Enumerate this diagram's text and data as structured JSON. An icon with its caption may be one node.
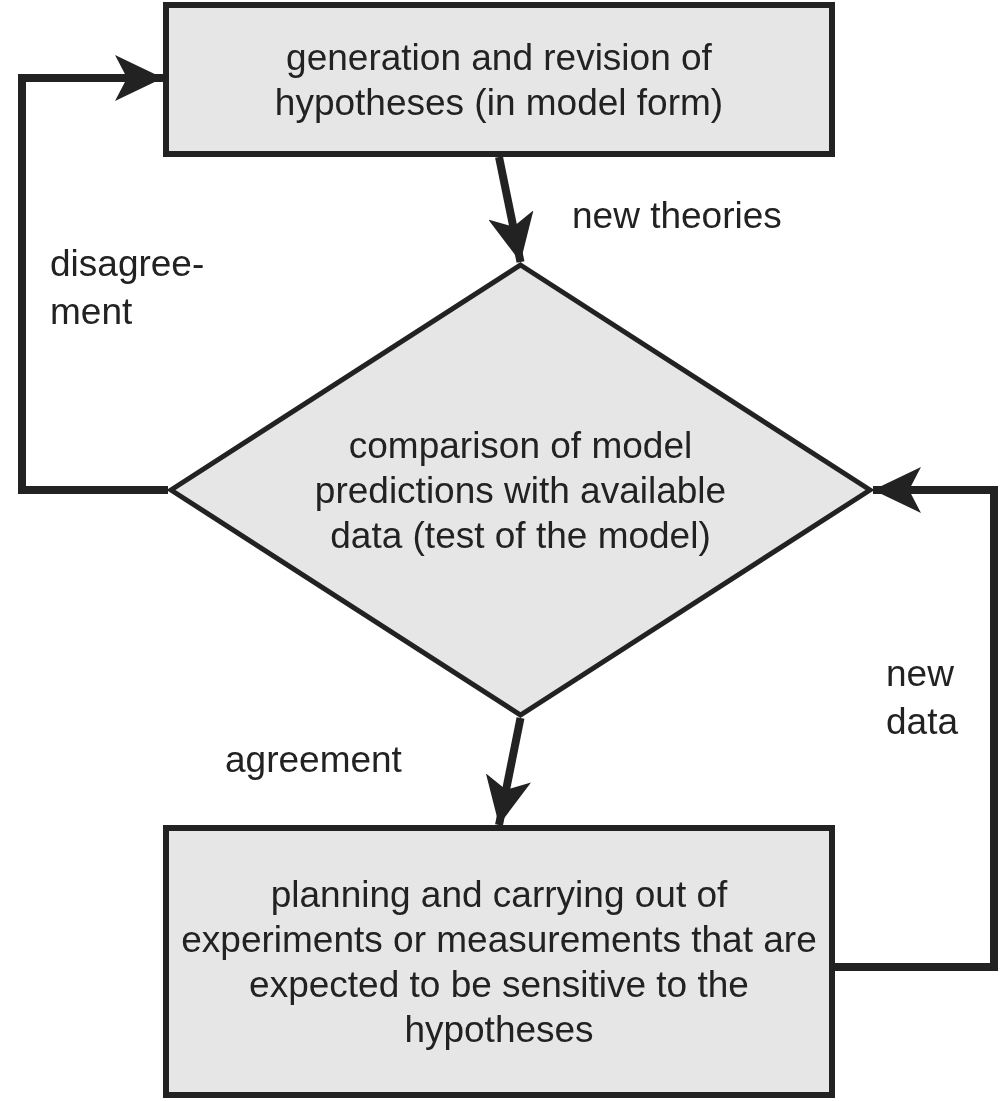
{
  "diagram": {
    "nodes": [
      {
        "text": [
          "generation and revision of hypotheses (in model form)"
        ]
      },
      {
        "text": [
          "comparison of model predictions with available data (test of the model)"
        ]
      },
      {
        "text": [
          "planning and carrying out of experiments or measurements that are expected to be sensitive to the hypotheses"
        ]
      }
    ],
    "edges": [
      {
        "from": 0,
        "to": 1,
        "arrow": "to",
        "label": "new theories"
      },
      {
        "from": 1,
        "to": 0,
        "arrow": "to",
        "label": "disagree- ment"
      },
      {
        "from": 1,
        "to": 2,
        "arrow": "to",
        "label": "agreement"
      },
      {
        "from": 2,
        "to": 1,
        "arrow": "to",
        "label": "new data"
      }
    ]
  }
}
